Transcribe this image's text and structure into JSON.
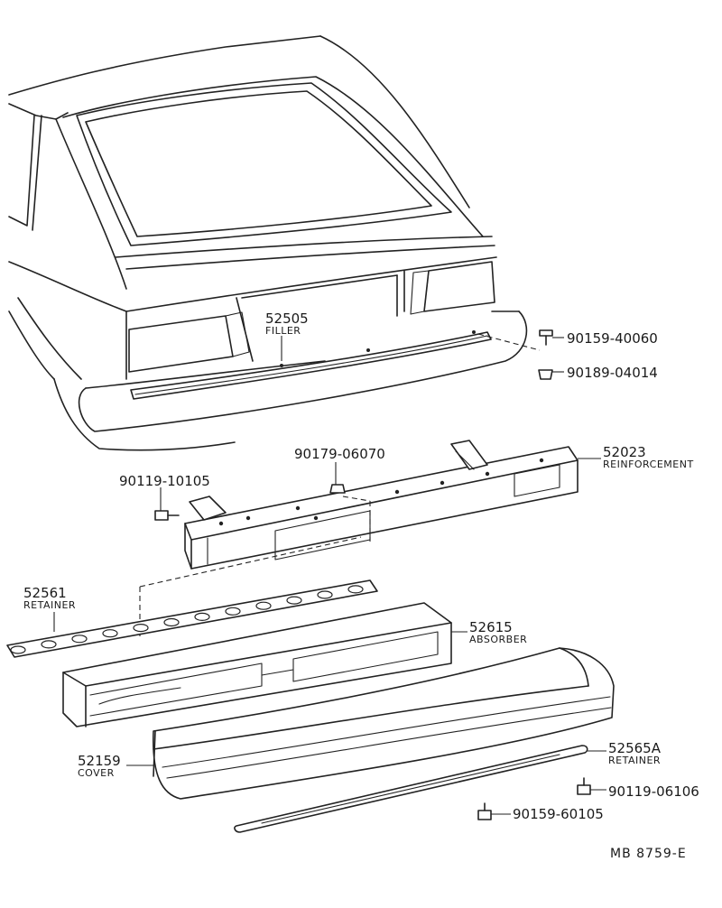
{
  "diagram": {
    "reference": "MB  8759-E",
    "parts": [
      {
        "number": "52505",
        "name": "FILLER"
      },
      {
        "number": "90159-40060",
        "name": ""
      },
      {
        "number": "90189-04014",
        "name": ""
      },
      {
        "number": "90179-06070",
        "name": ""
      },
      {
        "number": "52023",
        "name": "REINFORCEMENT"
      },
      {
        "number": "90119-10105",
        "name": ""
      },
      {
        "number": "52561",
        "name": "RETAINER"
      },
      {
        "number": "52615",
        "name": "ABSORBER"
      },
      {
        "number": "52159",
        "name": "COVER"
      },
      {
        "number": "52565A",
        "name": "RETAINER"
      },
      {
        "number": "90119-06106",
        "name": ""
      },
      {
        "number": "90159-60105",
        "name": ""
      }
    ]
  }
}
